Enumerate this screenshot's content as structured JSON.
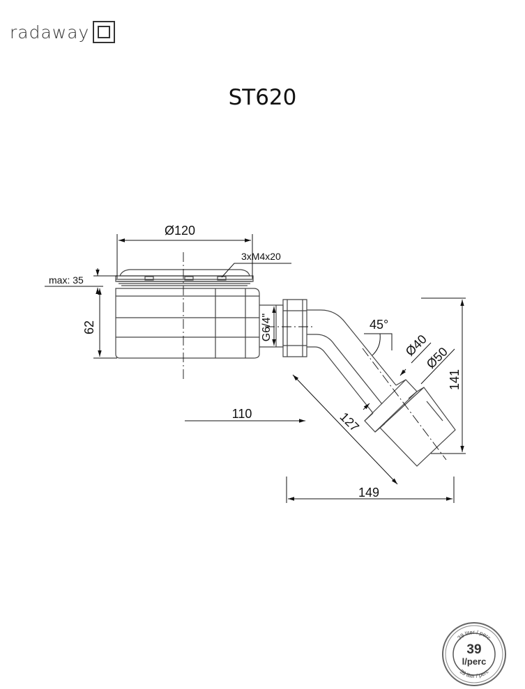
{
  "brand": {
    "name": "radaway"
  },
  "title": "ST620",
  "dimensions": {
    "d120": "Ø120",
    "screws": "3xM4x20",
    "max35": "max: 35",
    "h62": "62",
    "thread": "G6/4\"",
    "angle": "45°",
    "d40": "Ø40",
    "d50": "Ø50",
    "h141": "141",
    "l110": "110",
    "l127": "127",
    "w149": "149"
  },
  "badge": {
    "value": "39",
    "unit": "l/perc",
    "ring_text": "39 liter / perc"
  },
  "colors": {
    "line": "#111111",
    "body_line": "#444444"
  }
}
